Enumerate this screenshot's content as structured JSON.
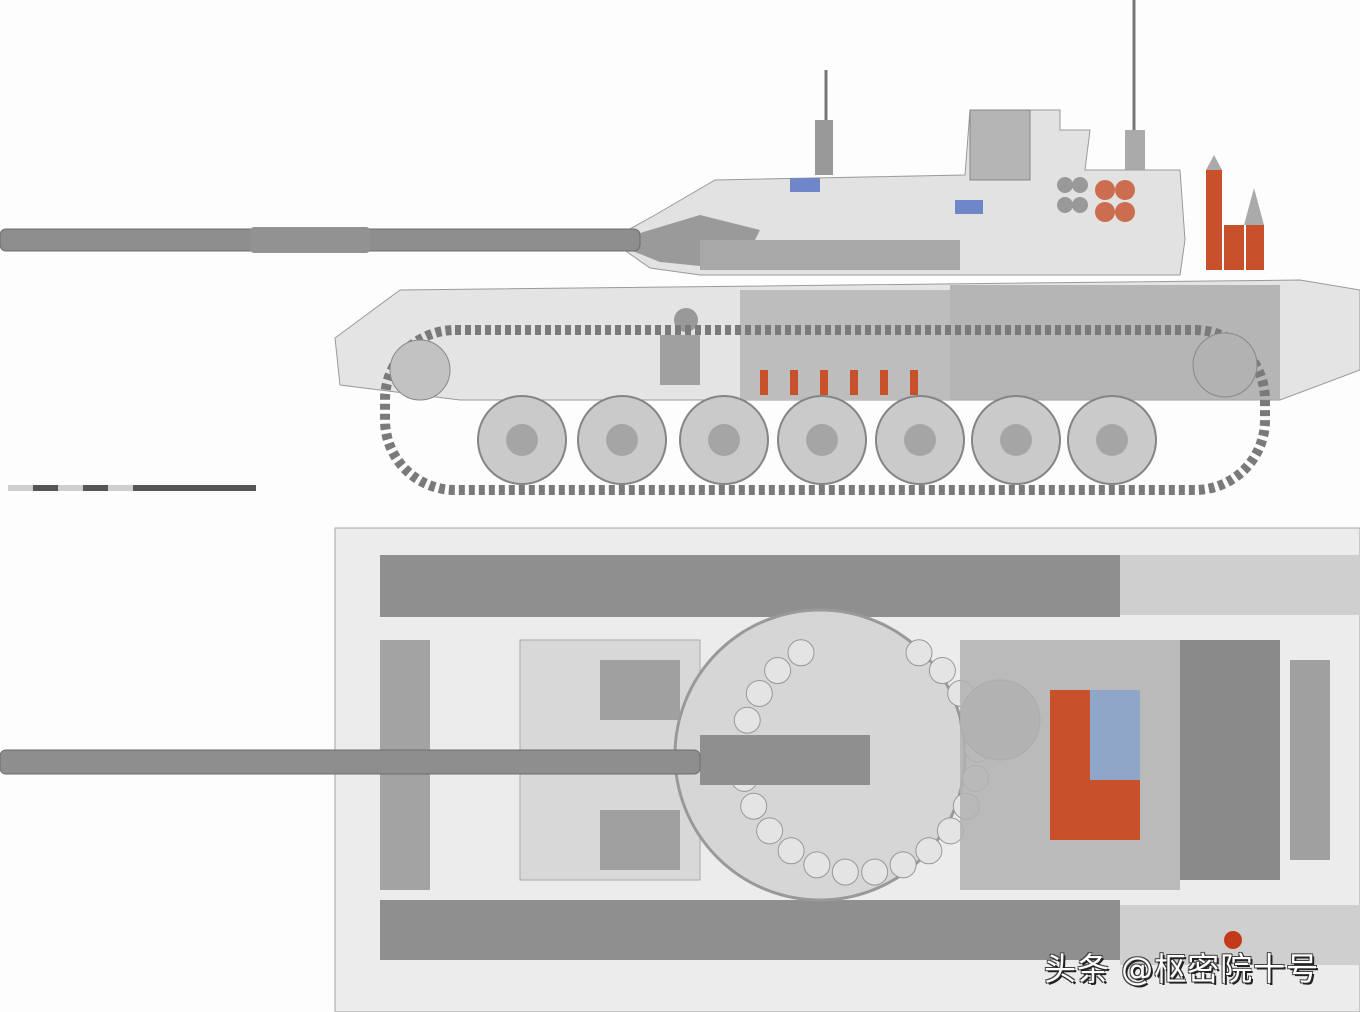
{
  "diagram": {
    "views": [
      "side-cutaway",
      "top-cutaway"
    ],
    "colors": {
      "background": "#fdfdfd",
      "hull": "#c8c8c8",
      "hull_light": "#e6e6e6",
      "dark_metal": "#8c8c8c",
      "ammo_red": "#c8502a",
      "optic_blue": "#6f86c8"
    },
    "scale_bar_segments": 6
  },
  "watermark": {
    "text": "头条 @枢密院十号"
  }
}
